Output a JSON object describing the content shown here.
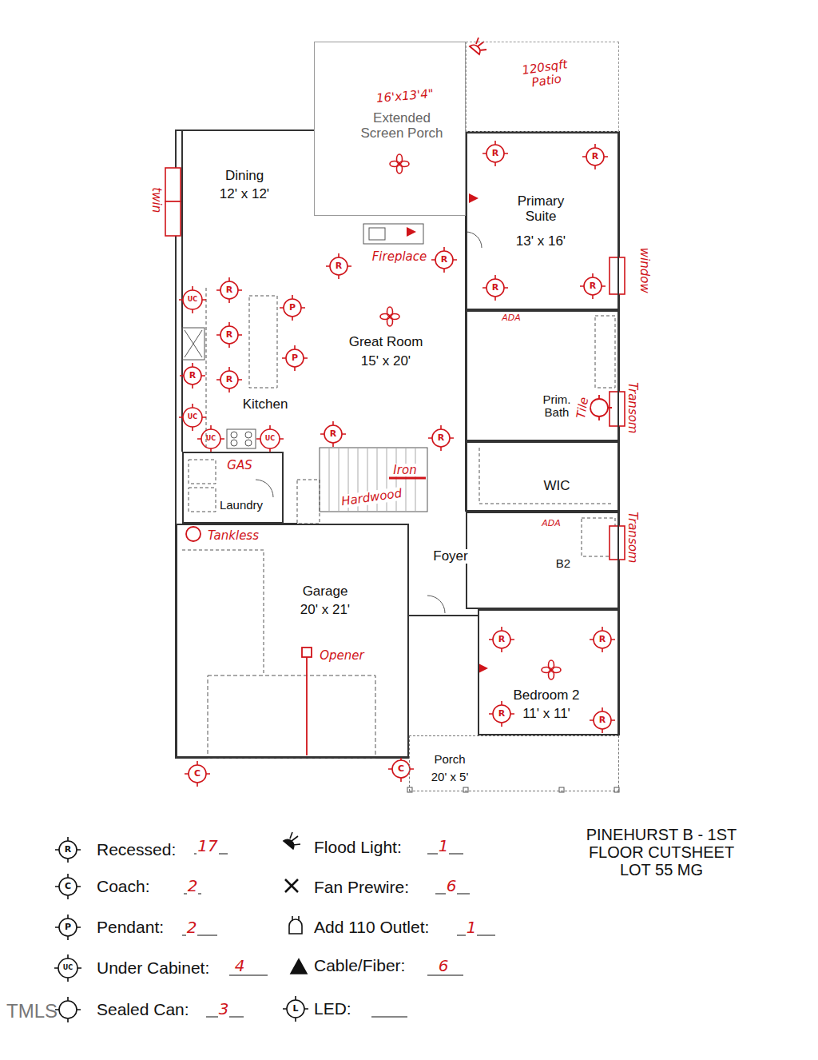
{
  "diagram": {
    "title": "PINEHURST B - 1ST FLOOR CUTSHEET LOT 55 MG",
    "nodes": [
      {
        "text": [
          "16'x13'4\"",
          "Extended Screen Porch"
        ]
      },
      {
        "text": [
          "120sqft Patio"
        ]
      },
      {
        "text": [
          "Primary Suite",
          "13' x 16'"
        ]
      },
      {
        "text": [
          "Prim. Bath"
        ]
      },
      {
        "text": [
          "WIC"
        ]
      },
      {
        "text": [
          "Laundry"
        ]
      },
      {
        "text": [
          "B2"
        ]
      },
      {
        "text": [
          "Garage",
          "20' x 21'"
        ]
      },
      {
        "text": [
          "Bedroom 2",
          "11' x 11'"
        ]
      },
      {
        "text": [
          "Porch",
          "20' x 5'"
        ]
      }
    ],
    "labels": [
      "Dining",
      "12' x 12'",
      "Great Room",
      "15' x 20'",
      "Kitchen",
      "Foyer",
      "twin",
      "Fireplace",
      "window",
      "ADA",
      "Tile",
      "Transom",
      "ADA",
      "Transom",
      "GAS",
      "Iron",
      "Hardwood",
      "Tankless",
      "Opener",
      "R",
      "R",
      "R",
      "R",
      "R",
      "R",
      "R",
      "R",
      "R",
      "R",
      "R",
      "R",
      "R",
      "R",
      "R",
      "R",
      "UC",
      "UC",
      "UC",
      "UC",
      "P",
      "P",
      "C",
      "C",
      "R",
      "C",
      "P",
      "UC",
      "L",
      "17",
      "2",
      "2",
      "4",
      "3",
      "1",
      "6",
      "1",
      "6",
      "TMLS"
    ],
    "legend": [
      {
        "text": "Recessed:"
      },
      {
        "text": "Coach:"
      },
      {
        "text": "Pendant:"
      },
      {
        "text": "Under Cabinet:"
      },
      {
        "text": "Sealed Can:"
      },
      {
        "text": "Flood Light:"
      },
      {
        "text": "Fan Prewire:"
      },
      {
        "text": "Add 110 Outlet:"
      },
      {
        "text": "Cable/Fiber:"
      },
      {
        "text": "LED:"
      }
    ]
  }
}
